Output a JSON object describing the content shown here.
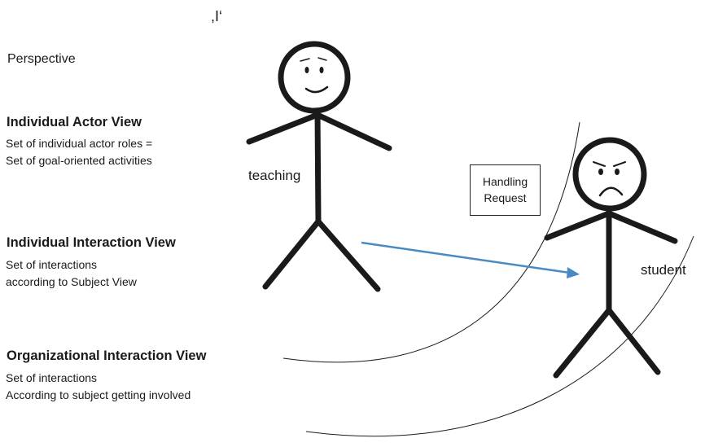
{
  "stray_mark": ",I‘",
  "perspective_label": "Perspective",
  "views": {
    "individual_actor": {
      "title": "Individual Actor View",
      "line1": "Set of individual actor roles =",
      "line2": "Set of goal-oriented activities"
    },
    "individual_interaction": {
      "title": "Individual Interaction View",
      "line1": "Set of interactions",
      "line2": "according to Subject View"
    },
    "organizational_interaction": {
      "title": "Organizational Interaction View",
      "line1": "Set of interactions",
      "line2": "According to subject getting involved"
    }
  },
  "actors": {
    "teacher": {
      "label": "teaching",
      "face": "smiling"
    },
    "student": {
      "label": "student",
      "face": "frowning"
    }
  },
  "request_box": {
    "line1": "Handling",
    "line2": "Request"
  },
  "colors": {
    "arrow": "#4a8ac4",
    "ink": "#1a1a1a"
  }
}
